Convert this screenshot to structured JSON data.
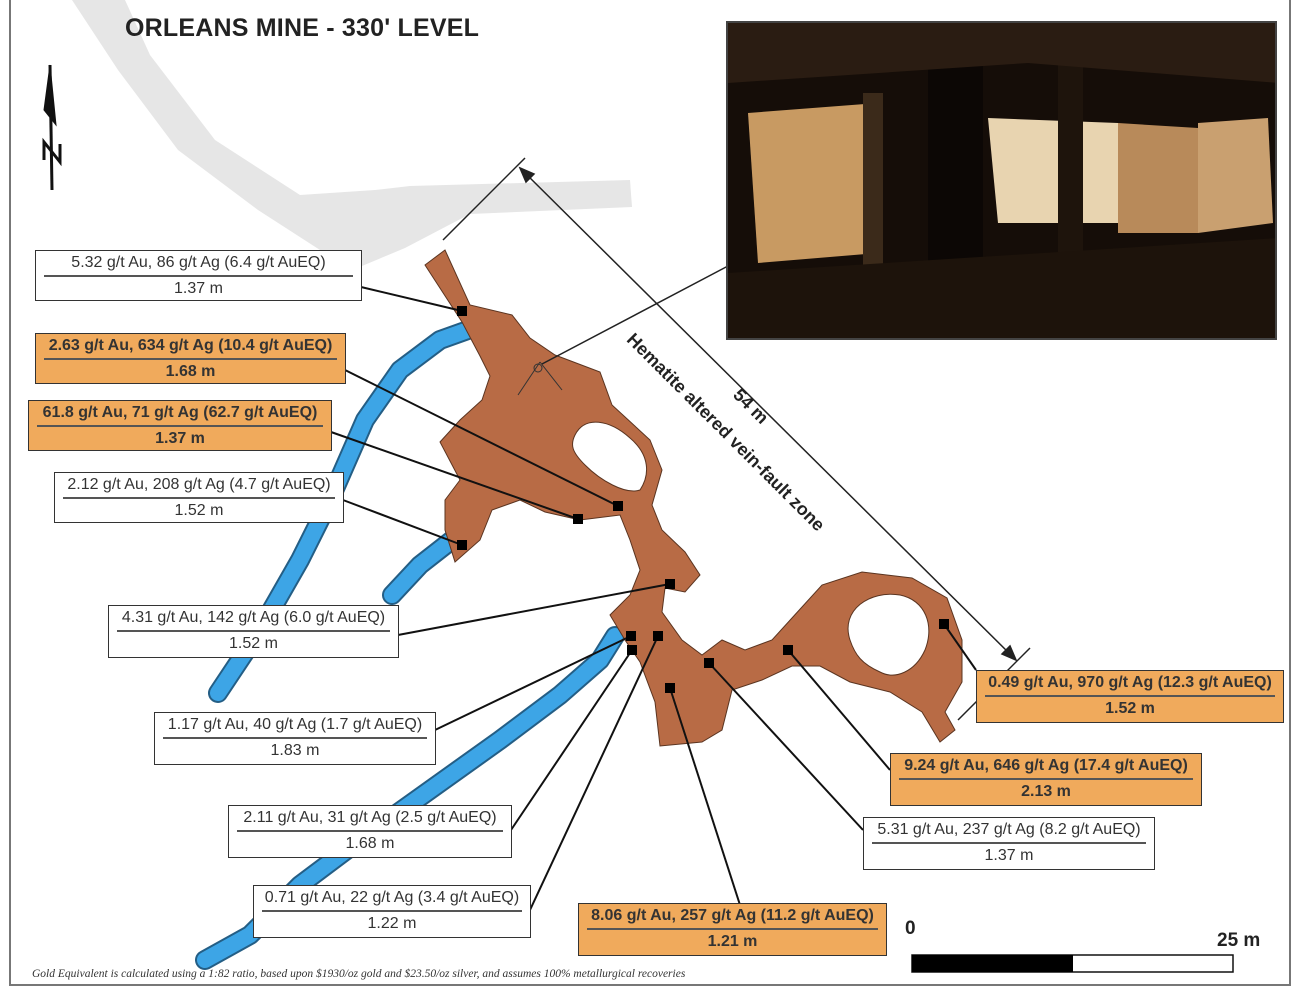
{
  "title": "ORLEANS MINE - 330' LEVEL",
  "north_label": "N",
  "zone_label": "Hematite altered vein-fault zone",
  "dimension_label": "54 m",
  "scale": {
    "start": "0",
    "end": "25 m"
  },
  "footnote": "Gold Equivalent is calculated using a 1:82 ratio, based upon $1930/oz gold and $23.50/oz silver, and assumes 100% metallurgical recoveries",
  "colors": {
    "highlight": "#F0AA5C",
    "workings": "#B86B45",
    "vein": "#3DA5E6",
    "surface": "#E6E6E6"
  },
  "assays": [
    {
      "grade": "5.32 g/t Au, 86 g/t Ag (6.4 g/t AuEQ)",
      "length": "1.37 m",
      "highlighted": false
    },
    {
      "grade": "2.63 g/t Au, 634 g/t Ag (10.4 g/t AuEQ)",
      "length": "1.68 m",
      "highlighted": true
    },
    {
      "grade": "61.8 g/t Au, 71 g/t Ag (62.7 g/t AuEQ)",
      "length": "1.37 m",
      "highlighted": true
    },
    {
      "grade": "2.12 g/t Au, 208 g/t Ag (4.7 g/t AuEQ)",
      "length": "1.52 m",
      "highlighted": false
    },
    {
      "grade": "4.31 g/t Au, 142 g/t Ag (6.0 g/t AuEQ)",
      "length": "1.52 m",
      "highlighted": false
    },
    {
      "grade": "1.17 g/t Au, 40 g/t Ag (1.7 g/t AuEQ)",
      "length": "1.83 m",
      "highlighted": false
    },
    {
      "grade": "2.11 g/t Au, 31 g/t Ag (2.5 g/t AuEQ)",
      "length": "1.68 m",
      "highlighted": false
    },
    {
      "grade": "0.71 g/t Au, 22 g/t Ag (3.4 g/t AuEQ)",
      "length": "1.22 m",
      "highlighted": false
    },
    {
      "grade": "8.06 g/t Au, 257 g/t Ag (11.2 g/t AuEQ)",
      "length": "1.21 m",
      "highlighted": true
    },
    {
      "grade": "5.31 g/t Au, 237 g/t Ag (8.2 g/t AuEQ)",
      "length": "1.37 m",
      "highlighted": false
    },
    {
      "grade": "9.24 g/t Au, 646 g/t Ag (17.4 g/t AuEQ)",
      "length": "2.13 m",
      "highlighted": true
    },
    {
      "grade": "0.49 g/t Au, 970 g/t Ag (12.3 g/t AuEQ)",
      "length": "1.52 m",
      "highlighted": true
    }
  ]
}
